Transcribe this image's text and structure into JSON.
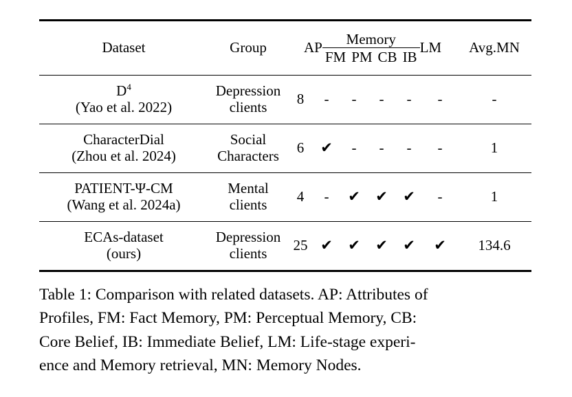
{
  "document": {
    "kind": "academic-paper-table-figure",
    "background": "#ffffff",
    "text_color": "#000000"
  },
  "table": {
    "header": {
      "dataset": "Dataset",
      "group": "Group",
      "ap": "AP",
      "memory_group": "Memory",
      "memory_sub": [
        "FM",
        "PM",
        "CB",
        "IB"
      ],
      "lm": "LM",
      "mn": "Avg.MN"
    },
    "rows": [
      {
        "dataset_line1": "D",
        "dataset_sup": "4",
        "dataset_line2": "(Yao et al. 2022)",
        "group_line1": "Depression",
        "group_line2": "clients",
        "ap": "8",
        "fm": "-",
        "pm": "-",
        "cb": "-",
        "ib": "-",
        "lm": "-",
        "mn": "-",
        "bold": false
      },
      {
        "dataset_line1": "CharacterDial",
        "dataset_sup": "",
        "dataset_line2": "(Zhou et al. 2024)",
        "group_line1": "Social",
        "group_line2": "Characters",
        "ap": "6",
        "fm": "✔",
        "pm": "-",
        "cb": "-",
        "ib": "-",
        "lm": "-",
        "mn": "1",
        "bold": false
      },
      {
        "dataset_line1": "PATIENT-Ψ-CM",
        "dataset_sup": "",
        "dataset_line2": "(Wang et al. 2024a)",
        "group_line1": "Mental",
        "group_line2": "clients",
        "ap": "4",
        "fm": "-",
        "pm": "✔",
        "cb": "✔",
        "ib": "✔",
        "lm": "-",
        "mn": "1",
        "bold": false
      },
      {
        "dataset_line1": "ECAs-dataset",
        "dataset_sup": "",
        "dataset_line2": "(ours)",
        "group_line1": "Depression",
        "group_line2": "clients",
        "ap": "25",
        "fm": "✔",
        "pm": "✔",
        "cb": "✔",
        "ib": "✔",
        "lm": "✔",
        "mn": "134.6",
        "bold": true
      }
    ]
  },
  "caption": {
    "line1": "Table 1: Comparison with related datasets. AP: Attributes of",
    "line2": "Profiles, FM: Fact Memory, PM: Perceptual Memory, CB:",
    "line3": "Core Belief, IB: Immediate Belief, LM: Life-stage experi-",
    "line4": "ence and Memory retrieval, MN: Memory Nodes."
  }
}
